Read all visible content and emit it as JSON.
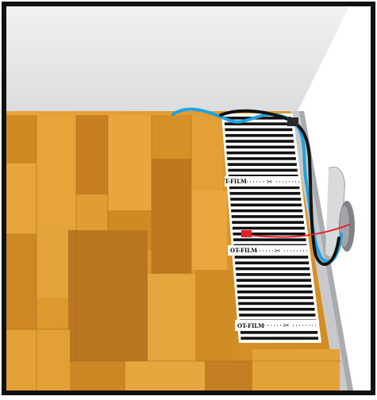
{
  "scene": {
    "description_free": true,
    "colors": {
      "frame": "#111111",
      "wall": "#e7e7e8",
      "wall_shadow": "#cfd0d2",
      "right_wall": "#ffffff",
      "baseboard": "#c7c9cc",
      "wood_light": "#e9a635",
      "wood_mid": "#d89324",
      "wood_dark": "#b77420",
      "film_stripe": "#111111",
      "film_bg": "#ffffff",
      "cable_blue": "#1fa3e0",
      "cable_black": "#111111",
      "cable_red": "#e0212b",
      "outlet": "#8d8f93"
    }
  },
  "heating_film": {
    "labels": [
      {
        "text": "T-FILM"
      },
      {
        "text": "OT-FILM"
      },
      {
        "text": "OT-FILM"
      }
    ],
    "icon": "scissors-icon"
  },
  "power_outlet": {
    "icon": "wall-outlet-icon"
  }
}
